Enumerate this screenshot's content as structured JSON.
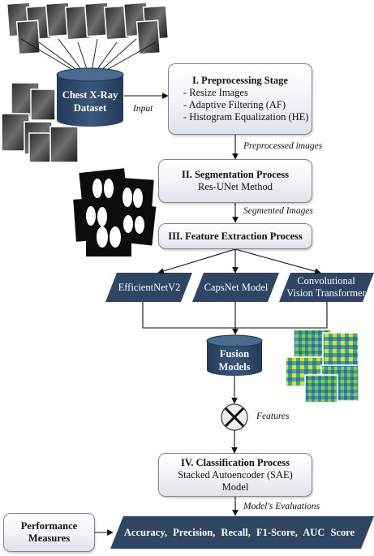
{
  "dataset": {
    "label_line1": "Chest X-Ray",
    "label_line2": "Dataset",
    "input_label": "Input"
  },
  "preprocessing": {
    "title": "I. Preprocessing Stage",
    "items": [
      "- Resize Images",
      "- Adaptive Filtering (AF)",
      "- Histogram Equalization (HE)"
    ],
    "output_label": "Preprocessed images"
  },
  "segmentation": {
    "title": "II. Segmentation Process",
    "method": "Res-UNet Method",
    "output_label": "Segmented Images"
  },
  "feature_extraction": {
    "title": "III. Feature Extraction Process"
  },
  "models": [
    {
      "line1": "EfficientNetV2",
      "line2": ""
    },
    {
      "line1": "CapsNet Model",
      "line2": ""
    },
    {
      "line1": "Convolutional",
      "line2": "Vision Transformer"
    }
  ],
  "fusion": {
    "line1": "Fusion",
    "line2": "Models",
    "output_label": "Features"
  },
  "classification": {
    "title": "IV. Classification Process",
    "line2": "Stacked Autoencoder (SAE)",
    "line3": "Model",
    "output_label": "Model's Evaluations"
  },
  "performance": {
    "line1": "Performance",
    "line2": "Measures"
  },
  "metrics": {
    "text": "Accuracy, Precision, Recall, F1-Score, AUC Score"
  },
  "colors": {
    "navy": "#2e4663",
    "navy_dark": "#1f3148",
    "box_border": "#7d8591"
  }
}
